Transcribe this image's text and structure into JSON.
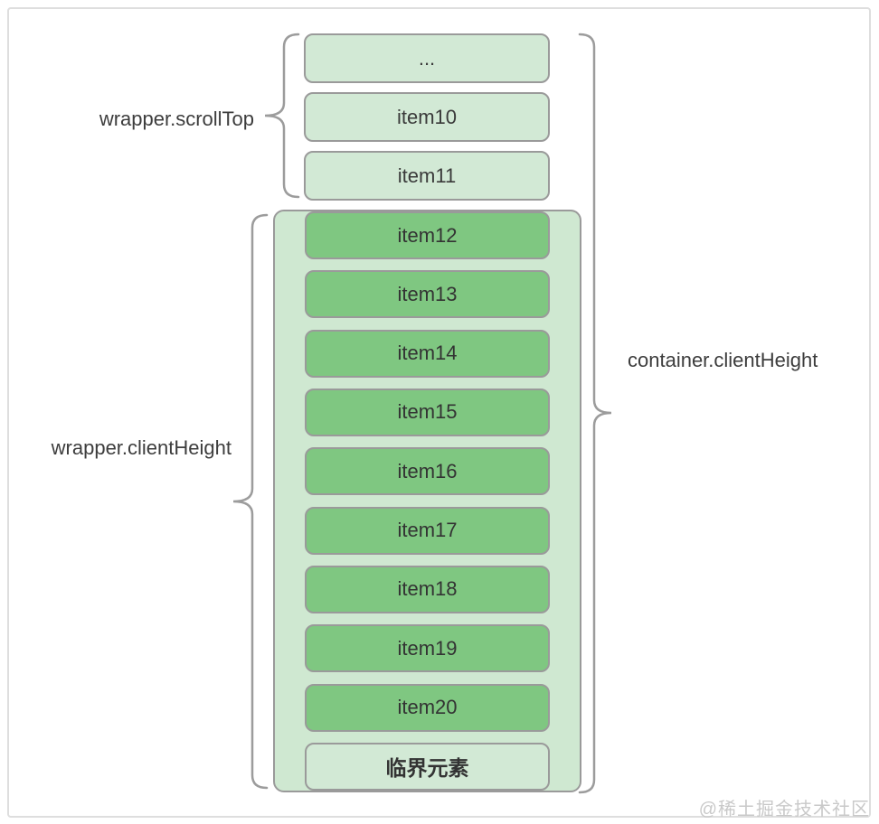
{
  "diagram": {
    "top_section": {
      "brace_label": "wrapper.scrollTop",
      "items": [
        "...",
        "item10",
        "item11"
      ]
    },
    "viewport_section": {
      "left_brace_label": "wrapper.clientHeight",
      "right_brace_label": "container.clientHeight",
      "items": [
        "item12",
        "item13",
        "item14",
        "item15",
        "item16",
        "item17",
        "item18",
        "item19",
        "item20"
      ],
      "critical_item": "临界元素"
    },
    "watermark": "@稀土掘金技术社区",
    "colors": {
      "light_item_fill": "#d2e9d5",
      "container_fill": "#cfe8d1",
      "dark_item_fill": "#7fc781",
      "box_border": "#9a9a9a",
      "brace_stroke": "#9c9c9c",
      "label_text": "#3d3d3d",
      "frame_border": "#dedede",
      "watermark_text": "#c9c9c9"
    }
  }
}
